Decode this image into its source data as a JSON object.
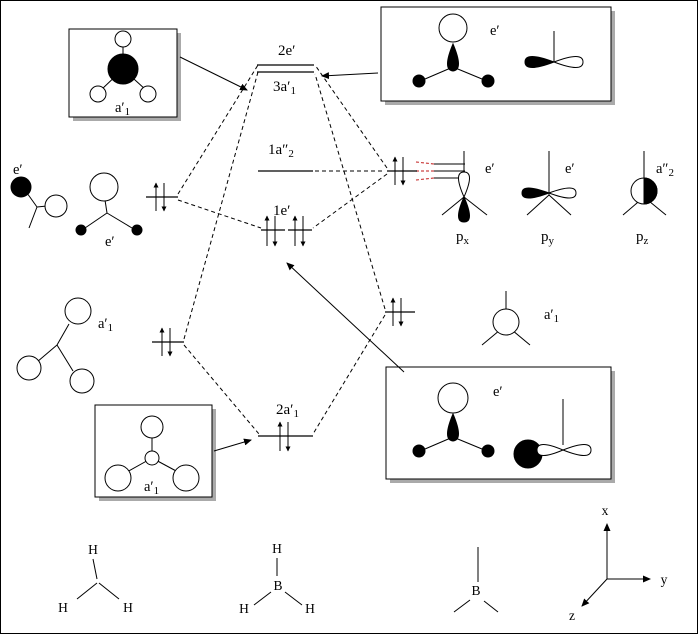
{
  "colors": {
    "ink": "#000000",
    "box_shadow": "#aaaaaa",
    "highlight_dash": "#cc4444",
    "background": "#ffffff"
  },
  "mo_levels": {
    "e2": {
      "main": "2e′"
    },
    "a1_3": {
      "main": "3a′",
      "sub": "1"
    },
    "a2_1": {
      "main": "1a″",
      "sub": "2"
    },
    "e1": {
      "main": "1e′"
    },
    "a1_2": {
      "main": "2a′",
      "sub": "1"
    }
  },
  "symmetry_labels": {
    "box_top_left": {
      "main": "a′",
      "sub": "1"
    },
    "box_top_right": {
      "main": "e′"
    },
    "box_bottom_left": {
      "main": "a′",
      "sub": "1"
    },
    "box_bottom_right": {
      "main": "e′"
    },
    "left_e_upper": {
      "main": "e′"
    },
    "left_e_lower": {
      "main": "e′"
    },
    "left_a1": {
      "main": "a′",
      "sub": "1"
    },
    "right_a1": {
      "main": "a′",
      "sub": "1"
    },
    "px": {
      "main": "e′"
    },
    "py": {
      "main": "e′"
    },
    "pz": {
      "main": "a″",
      "sub": "2"
    }
  },
  "orbital_names": {
    "px": {
      "main": "p",
      "sub": "x"
    },
    "py": {
      "main": "p",
      "sub": "y"
    },
    "pz": {
      "main": "p",
      "sub": "z"
    }
  },
  "molecules": {
    "h3_fragment": {
      "h_top": "H",
      "h_left": "H",
      "h_right": "H"
    },
    "bh3": {
      "h_top": "H",
      "b": "B",
      "h_left": "H",
      "h_right": "H"
    },
    "boron": {
      "b": "B"
    }
  },
  "axes": {
    "x": "x",
    "y": "y",
    "z": "z"
  }
}
